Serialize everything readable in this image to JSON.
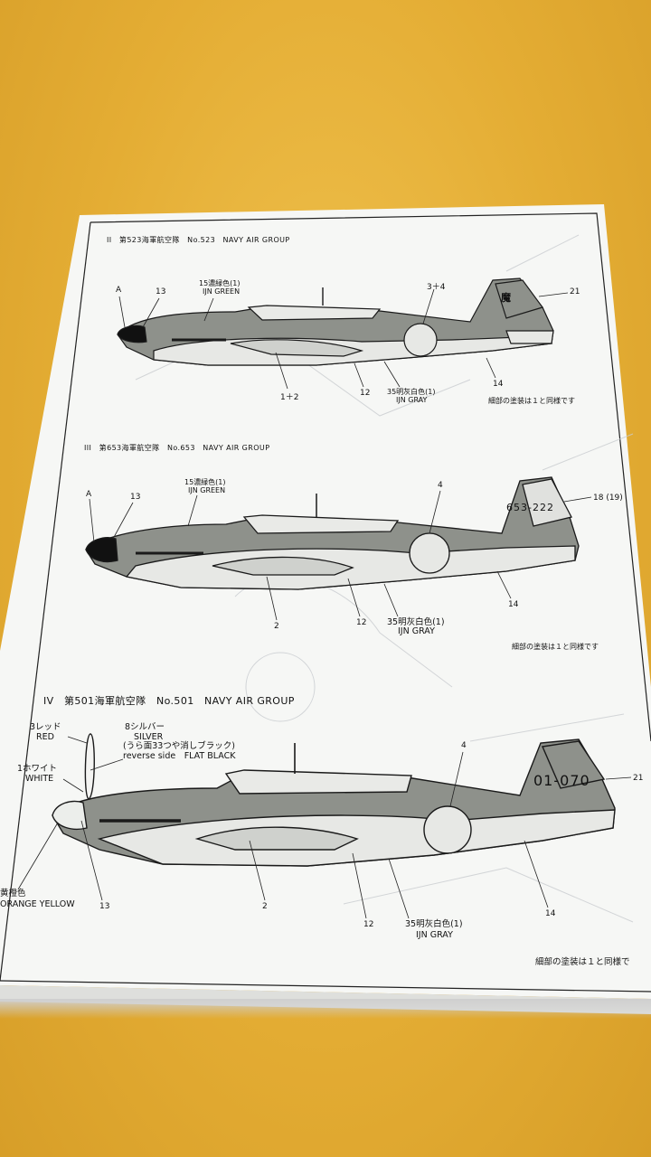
{
  "sections": [
    {
      "title": "II　第523海軍航空隊　No.523　NAVY AIR GROUP",
      "labels": {
        "green_jp": "15濃緑色(1)",
        "green_en": "IJN GREEN",
        "gray_jp": "35明灰白色(1)",
        "gray_en": "IJN GRAY",
        "callout_a": "A",
        "callout_13": "13",
        "callout_34": "3＋4",
        "callout_21": "21",
        "callout_12": "1＋2",
        "callout_12b": "12",
        "callout_14": "14",
        "note": "細部の塗装は１と同様です"
      },
      "tail_code": "魔"
    },
    {
      "title": "III　第653海軍航空隊　No.653　NAVY AIR GROUP",
      "labels": {
        "green_jp": "15濃緑色(1)",
        "green_en": "IJN GREEN",
        "gray_jp": "35明灰白色(1)",
        "gray_en": "IJN GRAY",
        "callout_a": "A",
        "callout_13": "13",
        "callout_4": "4",
        "callout_18": "18 (19)",
        "callout_2": "2",
        "callout_12": "12",
        "callout_14": "14",
        "note": "細部の塗装は１と同様です"
      },
      "tail_code": "653-222"
    },
    {
      "title": "IV　第501海軍航空隊　No.501　NAVY AIR GROUP",
      "labels": {
        "red_jp": "3レッド",
        "red_en": "RED",
        "silver_jp": "8シルバー",
        "silver_en": "SILVER",
        "reverse_jp": "(うら面33つや消しブラック)",
        "reverse_en": "reverse side　FLAT BLACK",
        "white_jp": "1ホワイト",
        "white_en": "WHITE",
        "orange_jp": "黄橙色",
        "orange_en": "ORANGE YELLOW",
        "callout_4": "4",
        "callout_21": "21",
        "callout_2": "2",
        "callout_12": "12",
        "callout_13": "13",
        "callout_14": "14",
        "gray_jp": "35明灰白色(1)",
        "gray_en": "IJN GRAY",
        "note": "細部の塗装は１と同様で"
      },
      "tail_code": "01-070"
    }
  ],
  "colors": {
    "table": "#e8b53e",
    "paper": "#f7f8f6",
    "green_fill": "#8c8f8a",
    "gray_fill": "#e6e7e4",
    "ink": "#111111"
  }
}
